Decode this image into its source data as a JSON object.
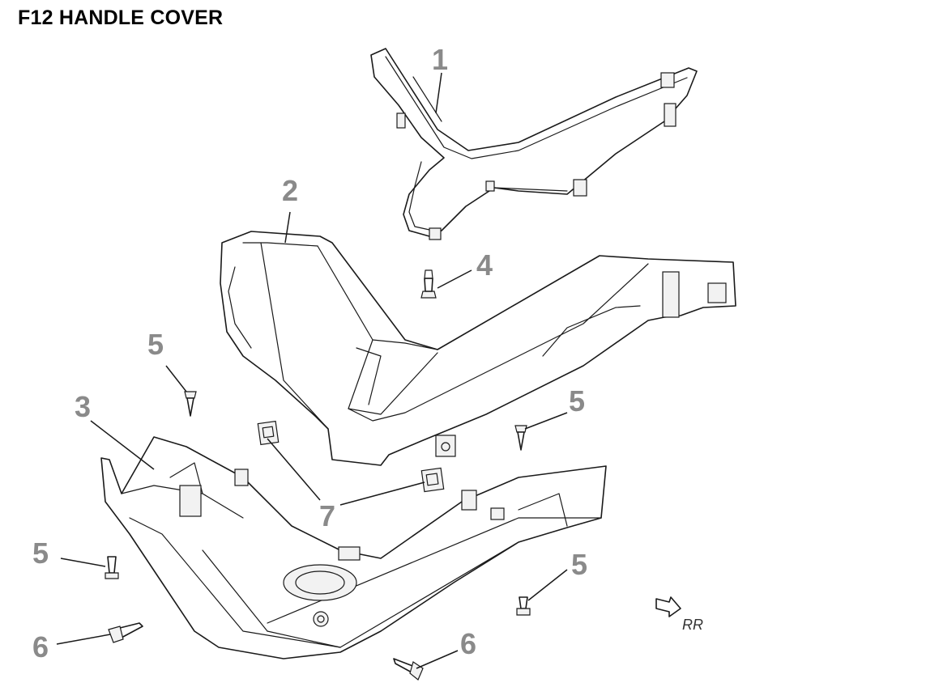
{
  "title": "F12 HANDLE COVER",
  "callouts": [
    "1",
    "2",
    "3",
    "4",
    "5",
    "5",
    "5",
    "5",
    "6",
    "6",
    "7"
  ],
  "direction_label": "RR",
  "colors": {
    "callout": "#8a8a8a",
    "line": "#1a1a1a",
    "title": "#000000"
  }
}
